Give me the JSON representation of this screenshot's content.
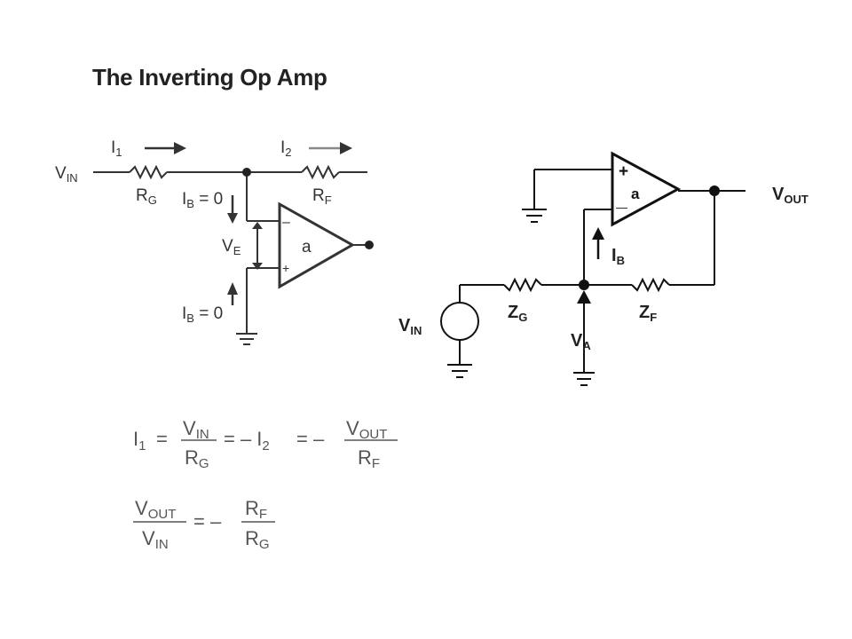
{
  "title": "The Inverting Op Amp",
  "left_circuit": {
    "vin_main": "V",
    "vin_sub": "IN",
    "i1_main": "I",
    "i1_sub": "1",
    "i2_main": "I",
    "i2_sub": "2",
    "rg_main": "R",
    "rg_sub": "G",
    "rf_main": "R",
    "rf_sub": "F",
    "ib_top_main": "I",
    "ib_top_sub": "B",
    "ib_top_rest": " = 0",
    "ib_bot_main": "I",
    "ib_bot_sub": "B",
    "ib_bot_rest": " = 0",
    "ve_main": "V",
    "ve_sub": "E",
    "opamp_label": "a",
    "minus": "–",
    "plus": "+"
  },
  "right_circuit": {
    "vout_main": "V",
    "vout_sub": "OUT",
    "vin_main": "V",
    "vin_sub": "IN",
    "zg_main": "Z",
    "zg_sub": "G",
    "zf_main": "Z",
    "zf_sub": "F",
    "va_main": "V",
    "va_sub": "A",
    "ib_main": "I",
    "ib_sub": "B",
    "opamp_label": "a",
    "plus": "+",
    "minus": "—"
  },
  "equations": {
    "eq1_lhs_main": "I",
    "eq1_lhs_sub": "1",
    "eq1_f1_num_main": "V",
    "eq1_f1_num_sub": "IN",
    "eq1_f1_den_main": "R",
    "eq1_f1_den_sub": "G",
    "eq1_mid": "=  –  I",
    "eq1_mid_sub": "2",
    "eq1_eq2": "=  –",
    "eq1_f2_num_main": "V",
    "eq1_f2_num_sub": "OUT",
    "eq1_f2_den_main": "R",
    "eq1_f2_den_sub": "F",
    "eq1_eq": "=",
    "eq2_f1_num_main": "V",
    "eq2_f1_num_sub": "OUT",
    "eq2_f1_den_main": "V",
    "eq2_f1_den_sub": "IN",
    "eq2_eq": "=  –",
    "eq2_f2_num_main": "R",
    "eq2_f2_num_sub": "F",
    "eq2_f2_den_main": "R",
    "eq2_f2_den_sub": "G"
  }
}
